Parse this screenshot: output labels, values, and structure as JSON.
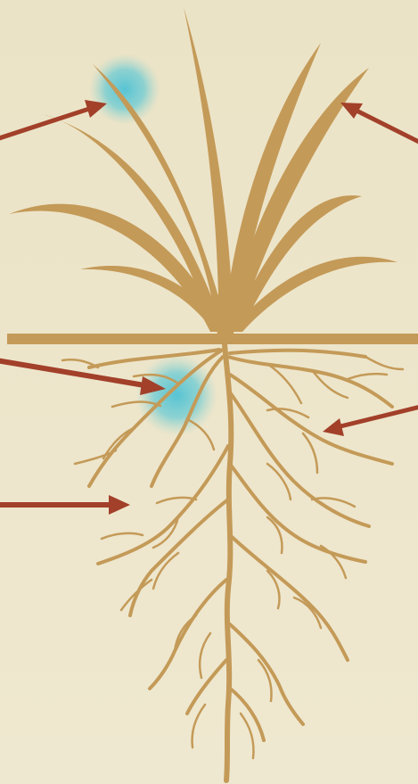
{
  "diagram": {
    "subject": "plant",
    "parts": [
      "leaves",
      "stem",
      "ground-line",
      "roots"
    ],
    "highlight_spots": [
      {
        "name": "leaf-spot",
        "on": "leaf",
        "color": "#58c4d2"
      },
      {
        "name": "root-spot",
        "on": "root",
        "color": "#58c4d2"
      }
    ],
    "pointer_arrows": [
      {
        "name": "arrow-upper-left",
        "side": "left",
        "points_to": "leaf-spot"
      },
      {
        "name": "arrow-upper-right",
        "side": "right",
        "points_to": "leaves"
      },
      {
        "name": "arrow-middle-left",
        "side": "left",
        "points_to": "root-spot"
      },
      {
        "name": "arrow-middle-right",
        "side": "right",
        "points_to": "roots"
      },
      {
        "name": "arrow-lower-left",
        "side": "left",
        "points_to": "roots"
      }
    ],
    "colors": {
      "background": "#ece4c8",
      "plant": "#c49a58",
      "arrow": "#a2402a",
      "spot": "#58c4d2"
    }
  }
}
